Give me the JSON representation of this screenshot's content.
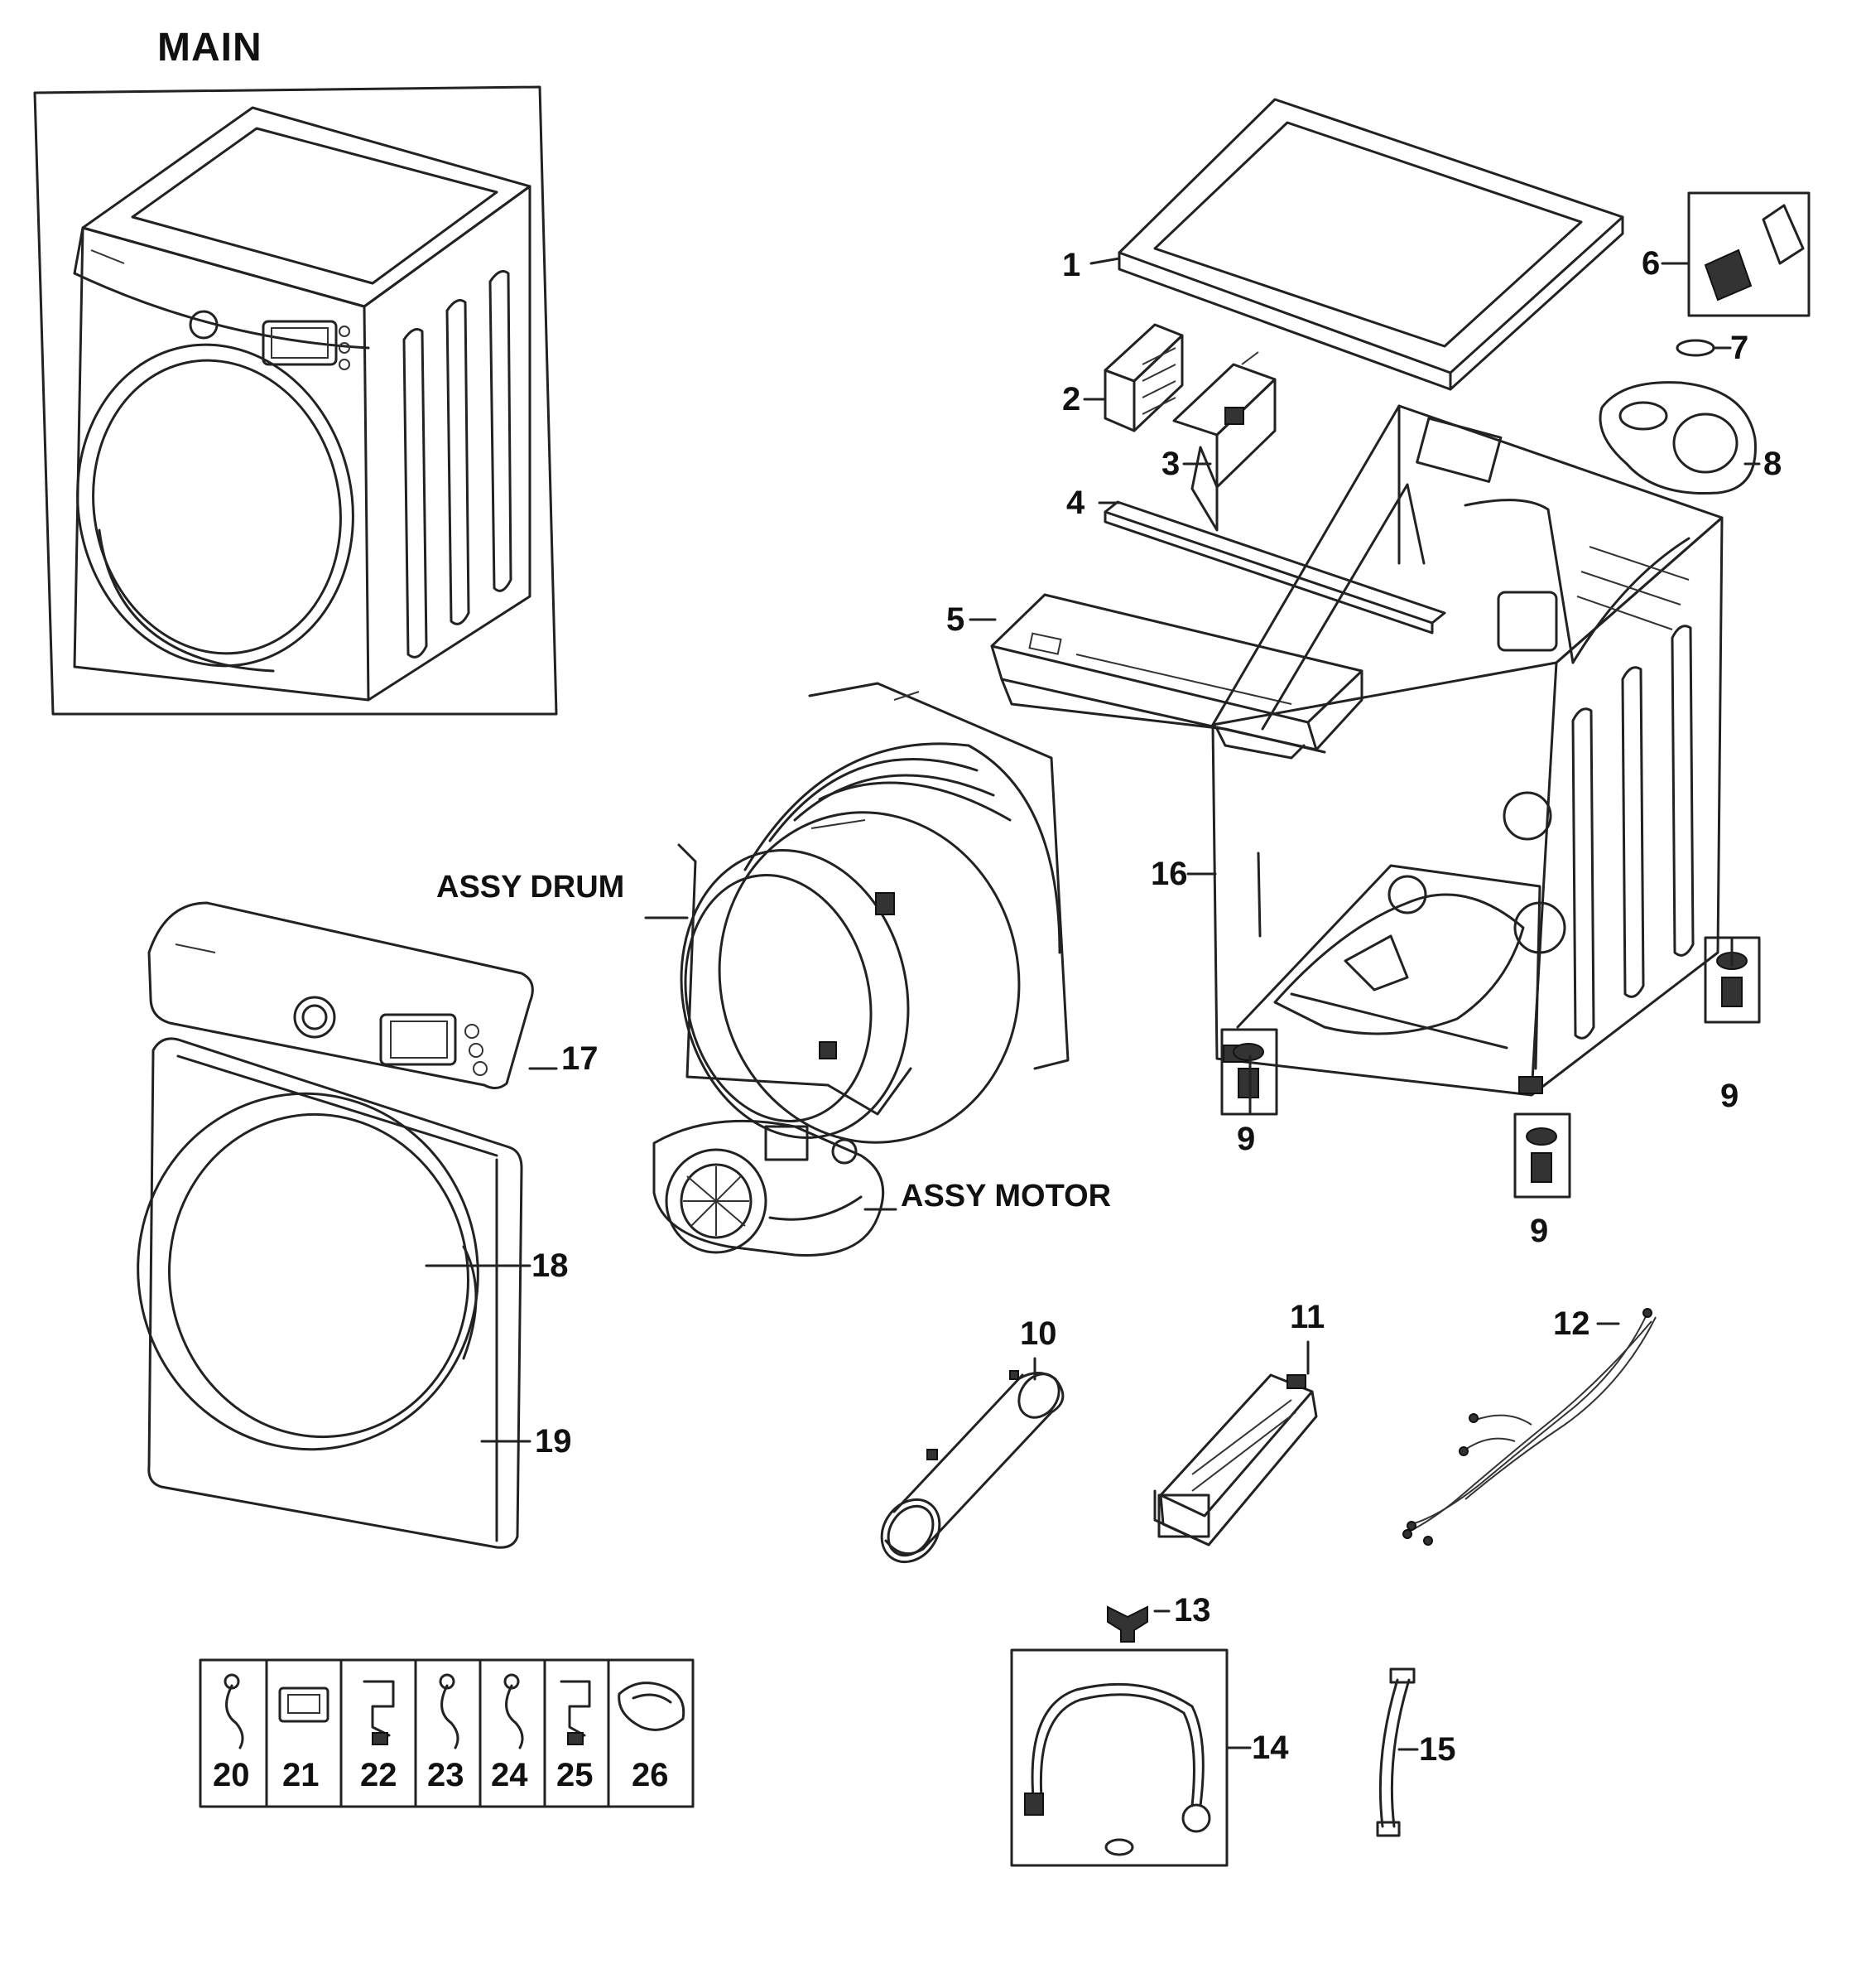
{
  "diagram": {
    "main_label": "MAIN",
    "assy_drum_label": "ASSY DRUM",
    "assy_motor_label": "ASSY MOTOR",
    "callouts": {
      "c1": "1",
      "c2": "2",
      "c3": "3",
      "c4": "4",
      "c5": "5",
      "c6": "6",
      "c7": "7",
      "c8": "8",
      "c9a": "9",
      "c9b": "9",
      "c9c": "9",
      "c10": "10",
      "c11": "11",
      "c12": "12",
      "c13": "13",
      "c14": "14",
      "c15": "15",
      "c16": "16",
      "c17": "17",
      "c18": "18",
      "c19": "19"
    },
    "hardware_cells": [
      "20",
      "21",
      "22",
      "23",
      "24",
      "25",
      "26"
    ]
  }
}
